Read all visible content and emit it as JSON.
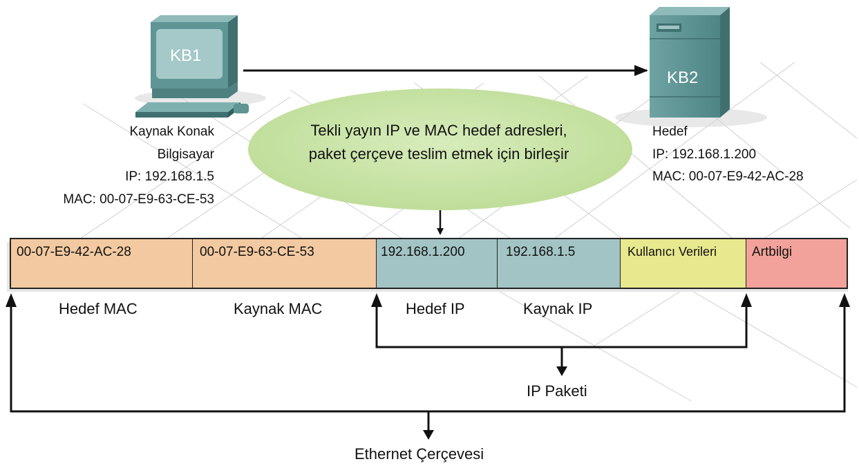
{
  "host_kb1": {
    "name": "KB1",
    "title_line1": "Kaynak Konak",
    "title_line2": "Bilgisayar",
    "ip": "IP: 192.168.1.5",
    "mac": "MAC: 00-07-E9-63-CE-53"
  },
  "host_kb2": {
    "name": "KB2",
    "title": "Hedef",
    "ip": "IP: 192.168.1.200",
    "mac": "MAC: 00-07-E9-42-AC-28"
  },
  "bubble": {
    "line1": "Tekli yayın IP ve MAC hedef adresleri,",
    "line2": "paket çerçeve teslim etmek için birleşir"
  },
  "frame_fields": [
    {
      "value": "00-07-E9-42-AC-28",
      "label": "Hedef MAC",
      "color": "#f2c9a0"
    },
    {
      "value": "00-07-E9-63-CE-53",
      "label": "Kaynak MAC",
      "color": "#f2c9a0"
    },
    {
      "value": "192.168.1.200",
      "label": "Hedef IP",
      "color": "#a3c4c4"
    },
    {
      "value": "192.168.1.5",
      "label": "Kaynak IP",
      "color": "#a3c4c4"
    },
    {
      "value": "Kullanıcı Verileri",
      "label": "",
      "color": "#e8e88e"
    },
    {
      "value": "Artbilgi",
      "label": "",
      "color": "#f2a29a"
    }
  ],
  "bracket_labels": {
    "ip_packet": "IP Paketi",
    "ethernet_frame": "Ethernet Çerçevesi"
  },
  "colors": {
    "bubble": "#c9e3a6",
    "device": "#5f9595",
    "grid_lines": "#c8c8c8"
  }
}
